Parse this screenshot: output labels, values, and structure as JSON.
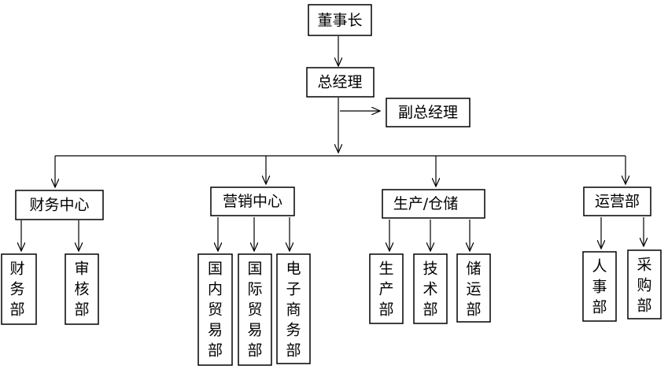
{
  "org_chart": {
    "board_chair": "董事长",
    "general_manager": "总经理",
    "deputy_general_manager": "副总经理",
    "departments": [
      {
        "name": "财务中心",
        "units": [
          "财务部",
          "审核部"
        ]
      },
      {
        "name": "营销中心",
        "units": [
          "国内贸易部",
          "国际贸易部",
          "电子商务部"
        ]
      },
      {
        "name": "生产/仓储",
        "units": [
          "生产部",
          "技术部",
          "储运部"
        ]
      },
      {
        "name": "运营部",
        "units": [
          "人事部",
          "采购部"
        ]
      }
    ]
  }
}
